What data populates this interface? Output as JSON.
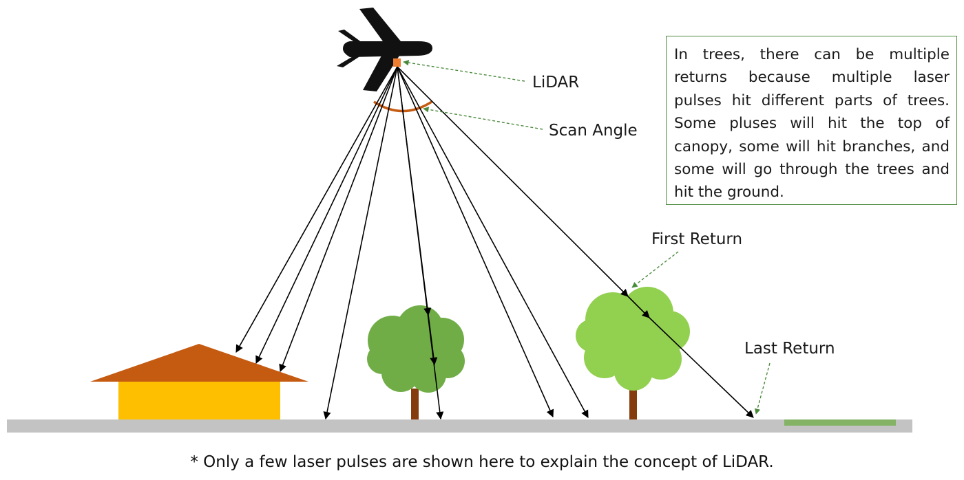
{
  "labels": {
    "lidar": "LiDAR",
    "scan_angle": "Scan Angle",
    "first_return": "First Return",
    "last_return": "Last Return"
  },
  "note": "In trees, there can be multiple returns because multiple laser pulses hit different parts of trees. Some pluses will hit the top of canopy, some will hit branches, and some will go through the trees and hit the ground.",
  "footnote": "* Only a few laser pulses are shown here to explain the concept of LiDAR.",
  "colors": {
    "ground": "#c3c3c3",
    "house_wall": "#fdbf00",
    "house_roof": "#c55a11",
    "tree_left_canopy": "#70ad47",
    "tree_right_canopy": "#92d050",
    "trunk": "#843c0c",
    "sensor": "#ed7d31",
    "scan_arc": "#c55a11",
    "pointer": "#4a8a3c",
    "plane": "#111111",
    "laser": "#000000"
  }
}
